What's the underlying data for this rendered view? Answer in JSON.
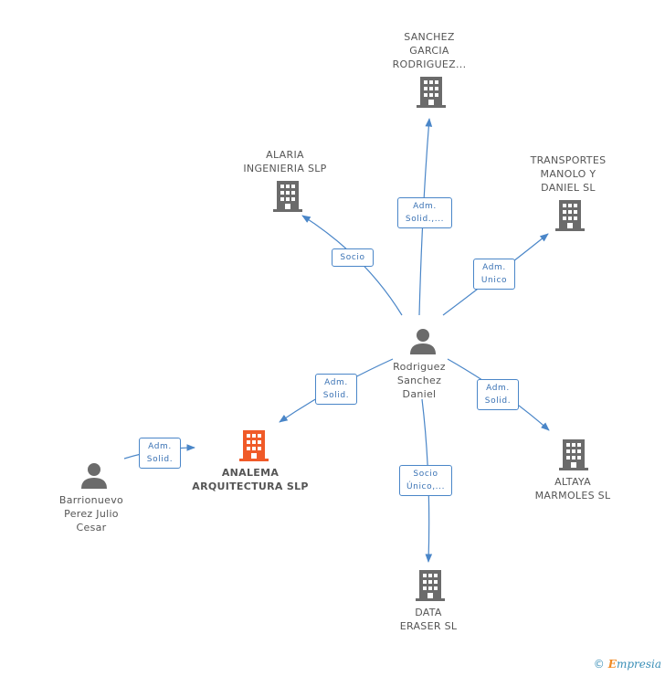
{
  "colors": {
    "edge": "#4a86c8",
    "building": "#6b6b6b",
    "building_main": "#f05a28",
    "person": "#6b6b6b"
  },
  "nodes": {
    "sanchez_garcia": {
      "label": "SANCHEZ\nGARCIA\nRODRIGUEZ...",
      "icon": "building-icon"
    },
    "alaria": {
      "label": "ALARIA\nINGENIERIA SLP",
      "icon": "building-icon"
    },
    "transportes": {
      "label": "TRANSPORTES\nMANOLO Y\nDANIEL  SL",
      "icon": "building-icon"
    },
    "rodriguez": {
      "label": "Rodriguez\nSanchez\nDaniel",
      "icon": "person-icon"
    },
    "analema": {
      "label": "ANALEMA\nARQUITECTURA SLP",
      "icon": "building-icon"
    },
    "barrionuevo": {
      "label": "Barrionuevo\nPerez Julio\nCesar",
      "icon": "person-icon"
    },
    "altaya": {
      "label": "ALTAYA\nMARMOLES SL",
      "icon": "building-icon"
    },
    "data_eraser": {
      "label": "DATA\nERASER SL",
      "icon": "building-icon"
    }
  },
  "edges": {
    "to_sanchez": "Adm.\nSolid.,...",
    "to_alaria": "Socio",
    "to_transportes": "Adm.\nUnico",
    "to_analema_from_rodriguez": "Adm.\nSolid.",
    "to_altaya": "Adm.\nSolid.",
    "to_data_eraser": "Socio\nÚnico,...",
    "to_analema_from_barrionuevo": "Adm.\nSolid."
  },
  "footer": {
    "copyright": "©",
    "brand_initial": "E",
    "brand_rest": "mpresia"
  }
}
